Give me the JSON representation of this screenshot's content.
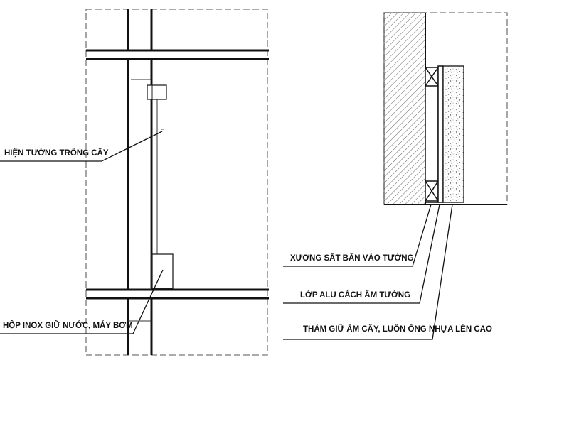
{
  "diagram": {
    "labels": {
      "green_wall": "HIỆN TƯỜNG TRỒNG CÂY",
      "inox_box": "HỘP INOX GIỮ NƯỚC, MÁY BƠM",
      "steel_frame": "XƯƠNG SẮT BẮN VÀO TƯỜNG",
      "alu_layer": "LỚP ALU CÁCH ẨM TƯỜNG",
      "moisture_mat": "THẢM GIỮ ẨM CÂY, LUỒN ỐNG NHỰA LÊN CAO"
    }
  }
}
